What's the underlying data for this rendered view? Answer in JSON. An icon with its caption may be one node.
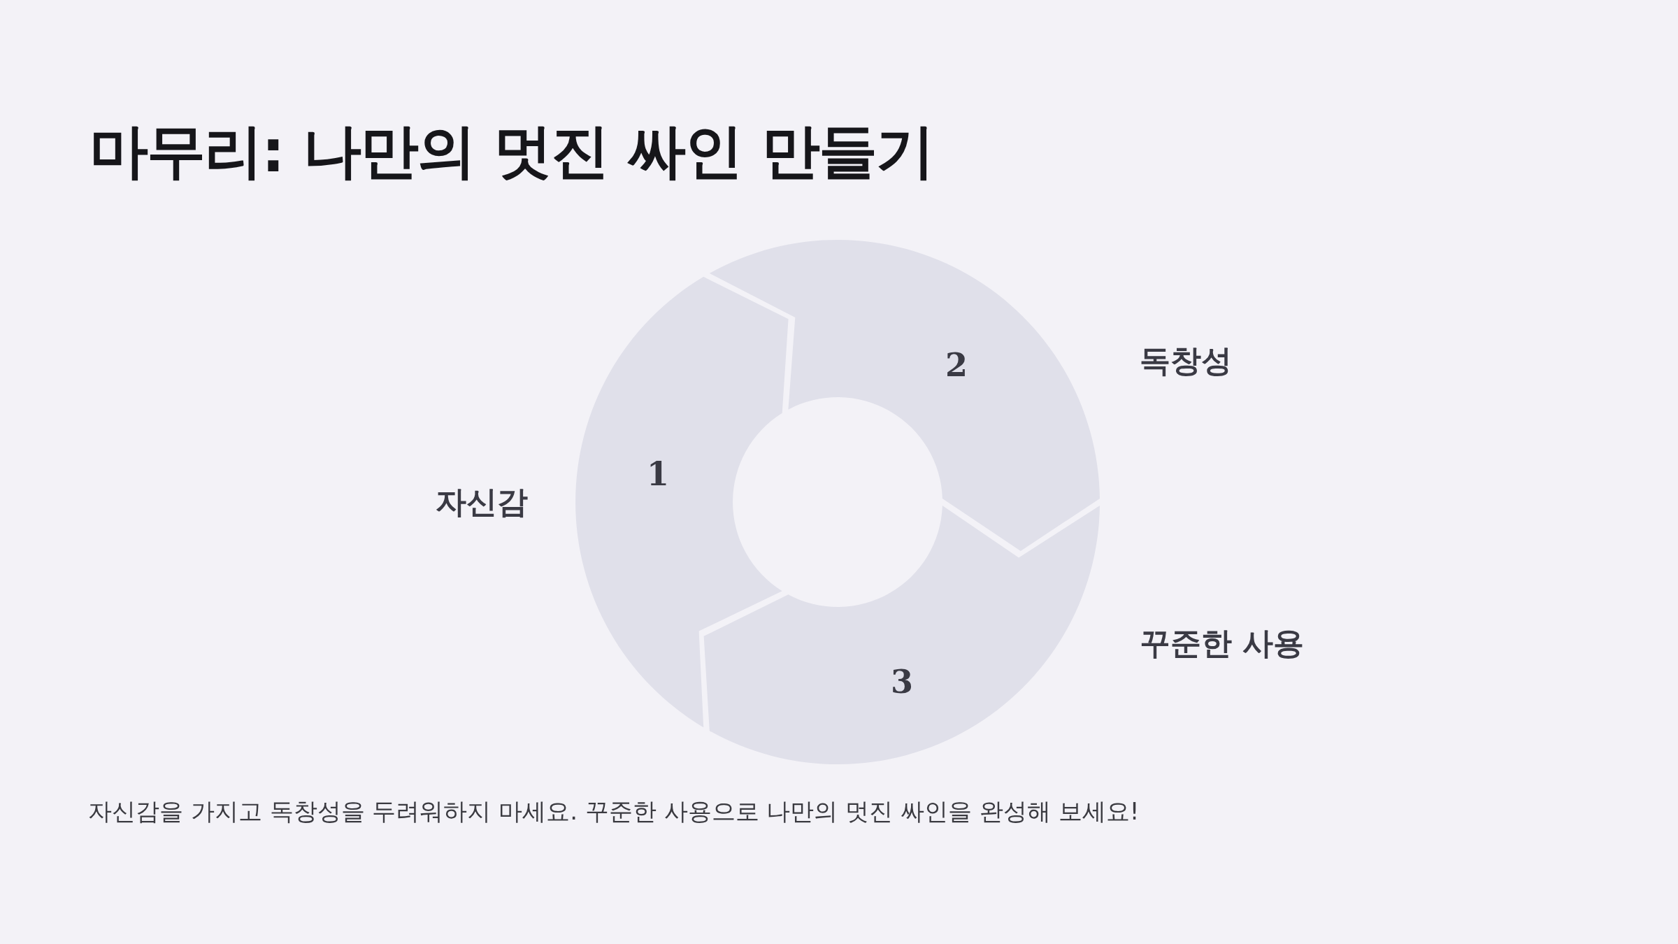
{
  "diagram": {
    "title": "마무리: 나만의 멋진 싸인 만들기",
    "nodes": [
      {
        "text": [
          "1"
        ],
        "beside": [
          "자신감"
        ]
      },
      {
        "text": [
          "2"
        ],
        "beside": [
          "독창성"
        ]
      },
      {
        "text": [
          "3"
        ],
        "beside": [
          "꾸준한 사용"
        ]
      }
    ],
    "caption": "자신감을 가지고 독창성을 두려워하지 마세요. 꾸준한 사용으로 나만의 멋진 싸인을 완성해 보세요!"
  }
}
